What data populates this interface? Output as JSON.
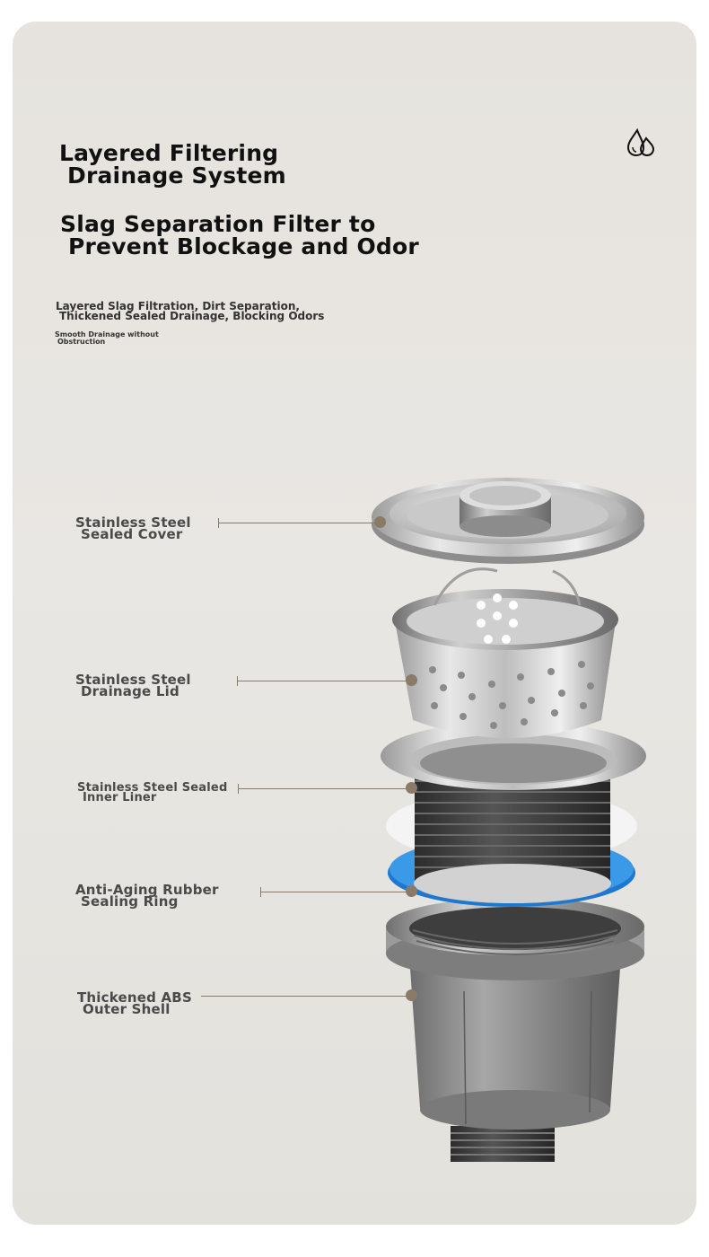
{
  "headline1": {
    "line1": "Layered Filtering",
    "line2": "Drainage System"
  },
  "headline2": {
    "line1": "Slag Separation Filter to",
    "line2": "Prevent Blockage and Odor"
  },
  "subtitle": {
    "line1": "Layered Slag Filtration, Dirt Separation,",
    "line2": "Thickened Sealed Drainage, Blocking Odors"
  },
  "tagline": {
    "line1": "Smooth Drainage without",
    "line2": "Obstruction"
  },
  "icon": "water-drops-icon",
  "parts": [
    {
      "line1": "Stainless Steel",
      "line2": "Sealed Cover"
    },
    {
      "line1": "Stainless Steel",
      "line2": "Drainage Lid"
    },
    {
      "line1": "Stainless Steel Sealed",
      "line2": "Inner Liner"
    },
    {
      "line1": "Anti-Aging Rubber",
      "line2": "Sealing Ring"
    },
    {
      "line1": "Thickened ABS",
      "line2": "Outer Shell"
    }
  ],
  "colors": {
    "background": "#e6e3de",
    "text": "#111111",
    "leader": "#8a7a6a",
    "ring_blue": "#2f8fe0"
  }
}
